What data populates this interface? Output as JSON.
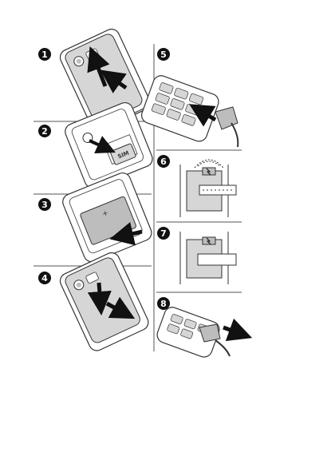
{
  "steps": [
    {
      "number": "1",
      "action": "remove-battery-cover"
    },
    {
      "number": "2",
      "action": "insert-sim-card"
    },
    {
      "number": "3",
      "action": "insert-battery"
    },
    {
      "number": "4",
      "action": "attach-battery-cover"
    },
    {
      "number": "5",
      "action": "connect-charger"
    },
    {
      "number": "6",
      "action": "charging-indicator"
    },
    {
      "number": "7",
      "action": "fully-charged-indicator"
    },
    {
      "number": "8",
      "action": "disconnect-charger"
    }
  ],
  "sim_card_label": "SIM",
  "colors": {
    "badge": "#111111",
    "line": "#333333",
    "arrow": "#111111",
    "phone_fill": "#ffffff",
    "phone_back": "#d6d6d6",
    "screen_fill": "#bdbdbd"
  }
}
